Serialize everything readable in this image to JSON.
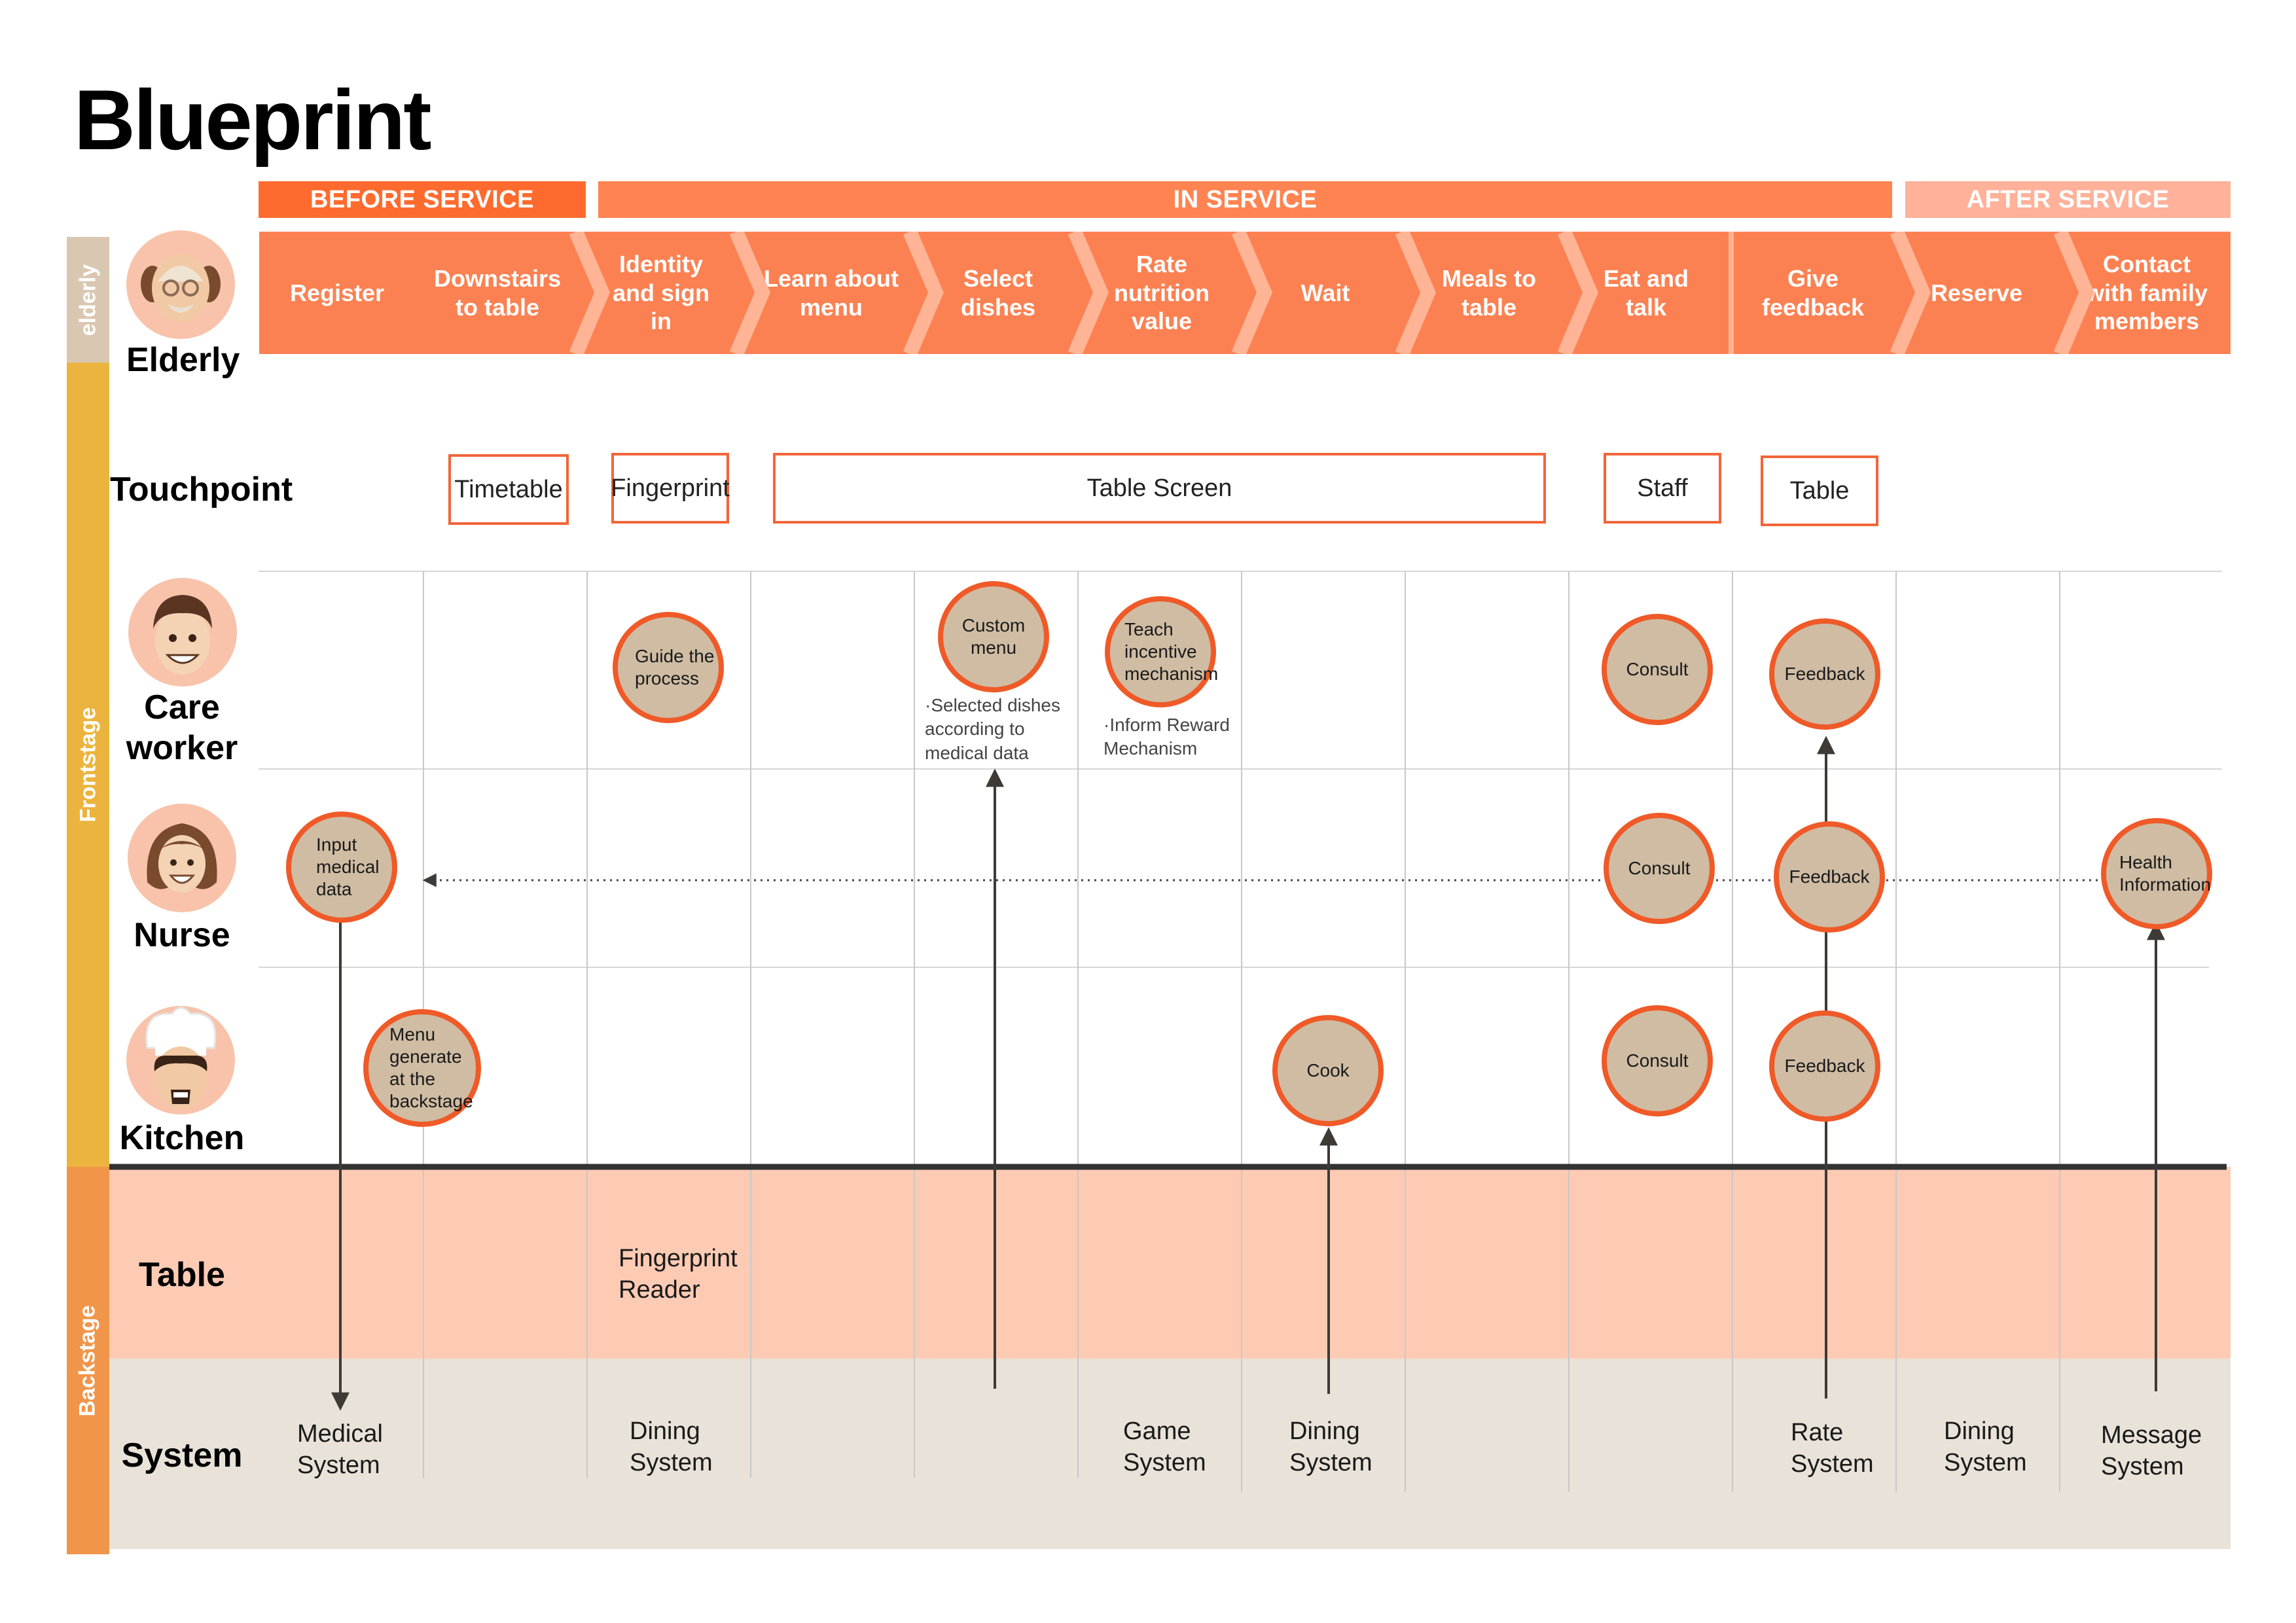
{
  "title": "Blueprint",
  "colors": {
    "accent": "#f26539",
    "step_bar": "#fc8152",
    "before_phase": "#ff6b2e",
    "after_phase": "#ffb199",
    "frontstage": "#ebb43e",
    "backstage": "#f0954a",
    "elderly_strip": "#d9c7b1",
    "table_band": "#fdcbb4",
    "system_band": "#e8e2d8",
    "node_fill": "#cfbca3",
    "node_border": "#ef5a28"
  },
  "phases": {
    "before": "BEFORE SERVICE",
    "in": "IN SERVICE",
    "after": "AFTER SERVICE"
  },
  "sidebar": {
    "elderly": "elderly",
    "frontstage": "Frontstage",
    "backstage": "Backstage"
  },
  "roles": {
    "elderly": "Elderly",
    "touchpoint": "Touchpoint",
    "care_worker": [
      "Care",
      "worker"
    ],
    "nurse": "Nurse",
    "kitchen": "Kitchen",
    "table": "Table",
    "system": "System"
  },
  "avatars": {
    "elderly": "elderly-avatar",
    "care_worker": "care-worker-avatar",
    "nurse": "nurse-avatar",
    "kitchen": "chef-avatar"
  },
  "steps": [
    [
      "Register"
    ],
    [
      "Downstairs",
      "to table"
    ],
    [
      "Identity",
      "and sign",
      "in"
    ],
    [
      "Learn about",
      "menu"
    ],
    [
      "Select",
      "dishes"
    ],
    [
      "Rate",
      "nutrition",
      "value"
    ],
    [
      "Wait"
    ],
    [
      "Meals to",
      "table"
    ],
    [
      "Eat and",
      "talk"
    ],
    [
      "Give",
      "feedback"
    ],
    [
      "Reserve"
    ],
    [
      "Contact",
      "with family",
      "members"
    ]
  ],
  "touchpoints": {
    "timetable": "Timetable",
    "fingerprint": "Fingerprint",
    "table_screen": "Table Screen",
    "staff": "Staff",
    "table": "Table"
  },
  "care_worker_nodes": {
    "guide": [
      "Guide the",
      "process"
    ],
    "custom_menu": [
      "Custom",
      "menu"
    ],
    "teach": [
      "Teach",
      "incentive",
      "mechanism"
    ],
    "consult": [
      "Consult"
    ],
    "feedback": [
      "Feedback"
    ]
  },
  "care_worker_notes": {
    "selected": [
      "·Selected dishes",
      "according to",
      "medical data"
    ],
    "inform": [
      "·Inform Reward",
      "Mechanism"
    ]
  },
  "nurse_nodes": {
    "input": [
      "Input",
      "medical",
      "data"
    ],
    "consult": [
      "Consult"
    ],
    "feedback": [
      "Feedback"
    ],
    "health": [
      "Health",
      "Information"
    ]
  },
  "kitchen_nodes": {
    "menu_generate": [
      "Menu",
      "generate",
      "at the",
      "backstage"
    ],
    "cook": [
      "Cook"
    ],
    "consult": [
      "Consult"
    ],
    "feedback": [
      "Feedback"
    ]
  },
  "table_band": {
    "fingerprint_reader": [
      "Fingerprint",
      "Reader"
    ]
  },
  "systems": {
    "medical": [
      "Medical",
      "System"
    ],
    "dining_1": [
      "Dining",
      "System"
    ],
    "game": [
      "Game",
      "System"
    ],
    "dining_2": [
      "Dining",
      "System"
    ],
    "rate": [
      "Rate",
      "System"
    ],
    "dining_3": [
      "Dining",
      "System"
    ],
    "message": [
      "Message",
      "System"
    ]
  }
}
